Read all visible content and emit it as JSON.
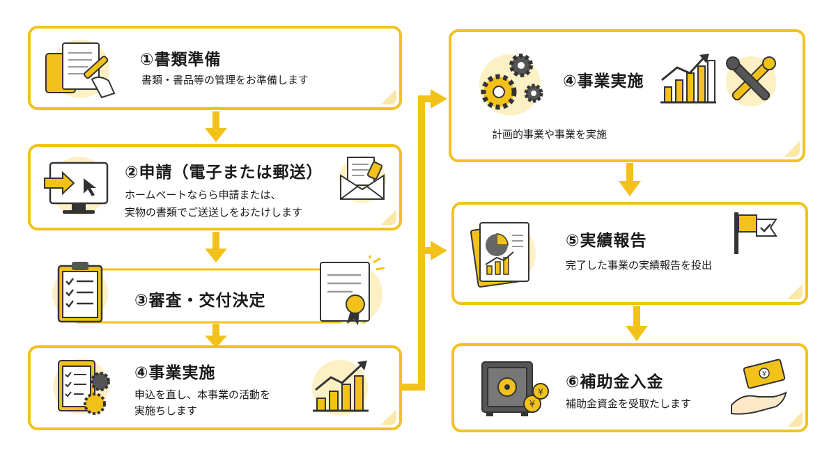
{
  "accent_color": "#f2c21b",
  "steps": [
    {
      "title": "①書類準備",
      "desc": "書類・書品等の管理をお準備します",
      "icon": "document-writing-icon"
    },
    {
      "title": "②申請（電子または郵送）",
      "desc_lines": [
        "ホームベートならら申請または、",
        "実物の書類でご送送しをおたけします"
      ],
      "icon": "computer-screen-icon"
    },
    {
      "title": "③審査・交付決定",
      "icon": "clipboard-checklist-icon"
    },
    {
      "title": "④事業実施",
      "desc_lines": [
        "申込を直し、本事業の活動を",
        "実施ちします"
      ],
      "icon": "checklist-gears-icon"
    },
    {
      "title": "④事業実施",
      "desc": "計画的事業や事業を実施",
      "icon": "gears-icon"
    },
    {
      "title": "⑤実績報告",
      "desc": "完了した事業の実績報告を投出",
      "icon": "report-document-icon"
    },
    {
      "title": "⑥補助金入金",
      "desc": "補助金資金を受取たします",
      "icon": "safe-icon"
    }
  ]
}
